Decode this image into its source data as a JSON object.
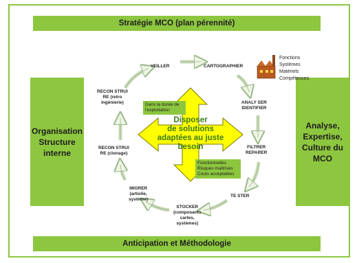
{
  "header": {
    "title": "Stratégie MCO (plan pérennité)"
  },
  "footer": {
    "title": "Anticipation  et Méthodologie"
  },
  "left_panel": {
    "text": "Organisation\nStructure\ninterne"
  },
  "right_panel": {
    "text": "Analyse,\nExpertise,\nCulture du\nMCO"
  },
  "cycle": {
    "veiller": "VEILLER",
    "cartographier": "CARTOGRAPHIER",
    "analyser": "ANALY SER\nIDENTIFIER",
    "filtrer": "FILTRER\nREPARER",
    "tester": "TE STER",
    "stocker": "STOCKER\n(composants\ncartes,\nsystèmes)",
    "migrer": "MIGRER\n(artiolie,\nsystème)",
    "reconstruire_clonage": "RECON STRUI\nRE (clonage)",
    "reconstruire_retro": "RECON STRUI\nRE (retro\ningénierie)"
  },
  "center": {
    "text": "Disposer\nde solutions\nadaptées au juste\nbesoin"
  },
  "notes": {
    "duree": "Dans la durée de\nl'exploitation",
    "qualites": "Fonctionnelles\nRisques  maîtrisés\nCouts acceptables"
  },
  "legend": [
    "Fonctions",
    "Systèmes",
    "Matériels",
    "Compétences"
  ],
  "colors": {
    "green": "#8dc63f",
    "arrow_yellow": "#ffff00",
    "arrow_outline": "#7a7a00",
    "cycle_arrow": "#eef5e4"
  }
}
